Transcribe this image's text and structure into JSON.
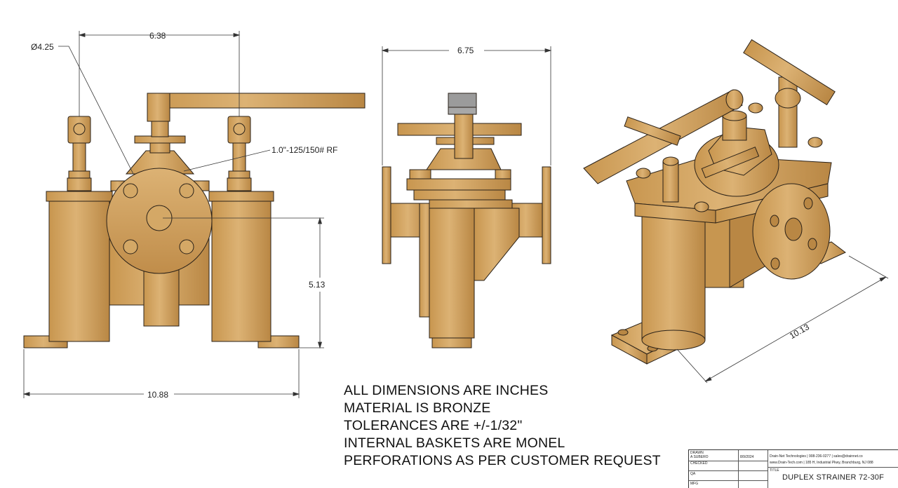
{
  "dimensions": {
    "front_width_top": "6.38",
    "diameter": "Ø4.25",
    "flange_spec": "1.0\"-125/150# RF",
    "height": "5.13",
    "overall_width": "10.88",
    "side_width": "6.75",
    "iso_length": "10.13"
  },
  "notes": [
    "ALL DIMENSIONS ARE INCHES",
    "MATERIAL IS BRONZE",
    "TOLERANCES ARE +/-1/32\"",
    "INTERNAL BASKETS ARE MONEL",
    "PERFORATIONS AS PER CUSTOMER REQUEST"
  ],
  "title_block": {
    "drawn_label": "DRAWN",
    "drawn_by": "A SUBERO",
    "checked_label": "CHECKED",
    "date": "8/9/2024",
    "qa_label": "QA",
    "mfg_label": "MFG",
    "company_line1": "Drain-Net Technologies  |  908-236-0277  |  sales@drainnet.co",
    "company_line2": "www.Drain-Tech.com | 185 H, Industrial Pkwy, Branchburg, NJ 088",
    "title_label": "TITLE",
    "title": "DUPLEX STRAINER 72-30F"
  },
  "colors": {
    "bronze_light": "#d9ad6c",
    "bronze_mid": "#c8964f",
    "bronze_dark": "#a97a3c",
    "outline": "#2a2118"
  }
}
